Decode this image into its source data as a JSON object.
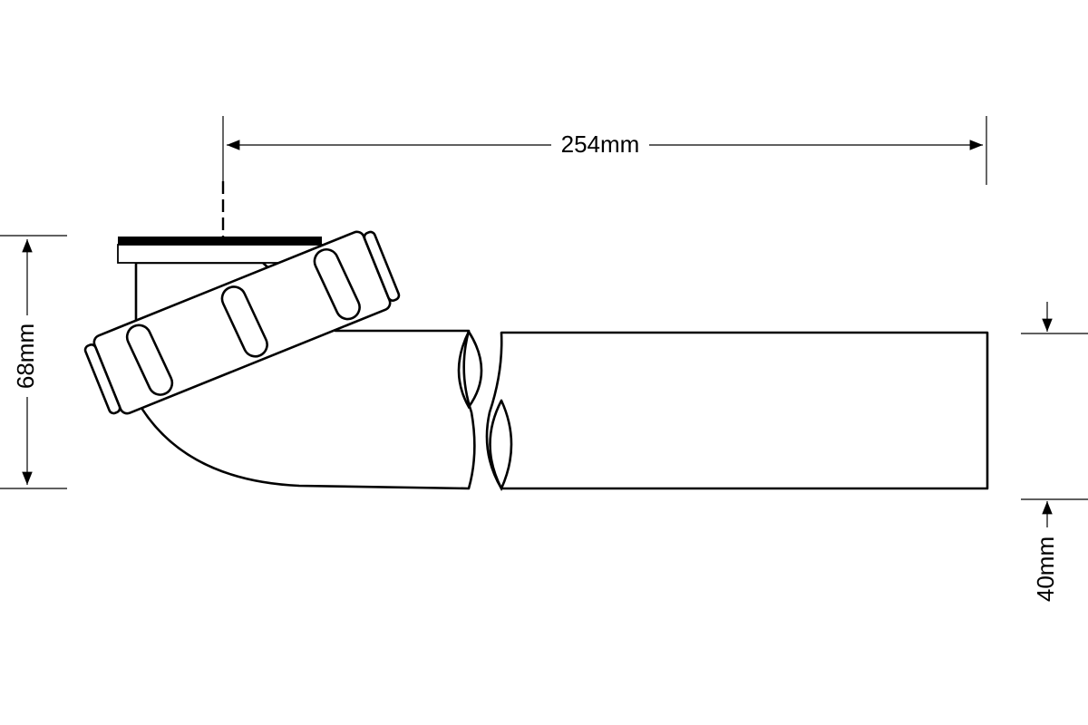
{
  "diagram": {
    "title": "Bath waste trap elbow with straight pipe - dimension drawing",
    "colors": {
      "line": "#000000",
      "background": "#ffffff"
    },
    "dimensions": {
      "length": {
        "label": "254mm",
        "orientation": "horizontal"
      },
      "height": {
        "label": "68mm",
        "orientation": "vertical"
      },
      "pipe_diameter": {
        "label": "40mm",
        "orientation": "vertical"
      }
    },
    "components": [
      {
        "id": "flange",
        "name": "Top flange / seal plate"
      },
      {
        "id": "coupling_nut",
        "name": "Angled compression nut with grip ribs"
      },
      {
        "id": "elbow",
        "name": "Curved elbow body"
      },
      {
        "id": "pipe",
        "name": "Straight 40mm pipe (break shown)"
      }
    ]
  }
}
